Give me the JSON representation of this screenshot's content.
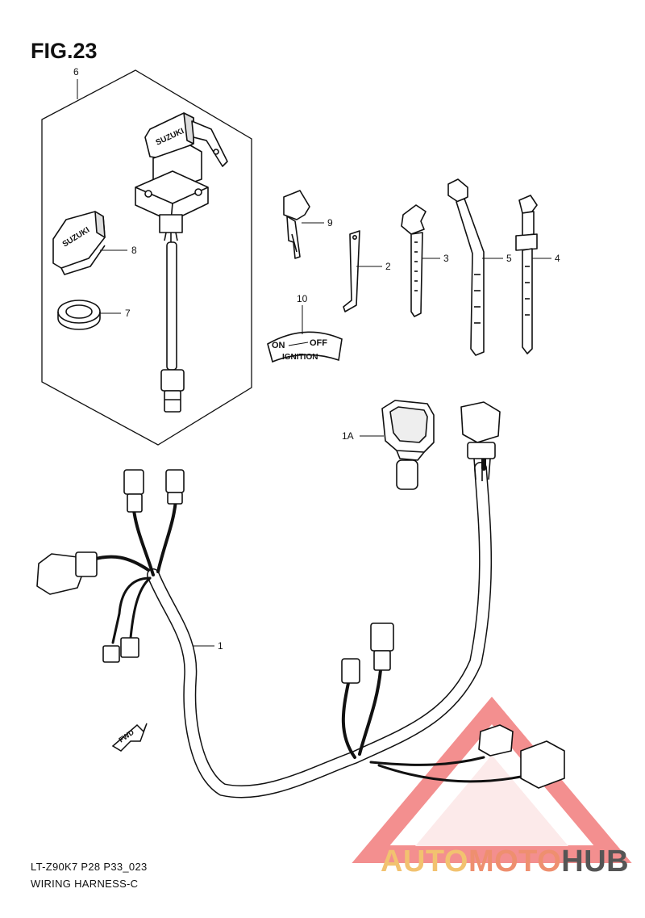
{
  "figure": {
    "title": "FIG.23",
    "model_code": "LT-Z90K7 P28 P33_023",
    "section_name": "WIRING HARNESS-C"
  },
  "callouts": {
    "c6": "6",
    "c8": "8",
    "c7": "7",
    "c9": "9",
    "c10": "10",
    "c2": "2",
    "c3": "3",
    "c5": "5",
    "c4": "4",
    "c1A": "1A",
    "c1": "1"
  },
  "parts": {
    "ignition_plate_line1_left": "ON",
    "ignition_plate_line1_right": "OFF",
    "ignition_plate_line2": "IGNITION",
    "key_brand": "SUZUKI",
    "cap_brand": "SUZUKI",
    "fwd_arrow": "FWD"
  },
  "watermark": {
    "part1": "AUTO",
    "part2": "MOTO",
    "part3": "HUB",
    "color_warm": "#f2c270",
    "color_red": "#ee8f6f",
    "color_dark": "#555555"
  }
}
